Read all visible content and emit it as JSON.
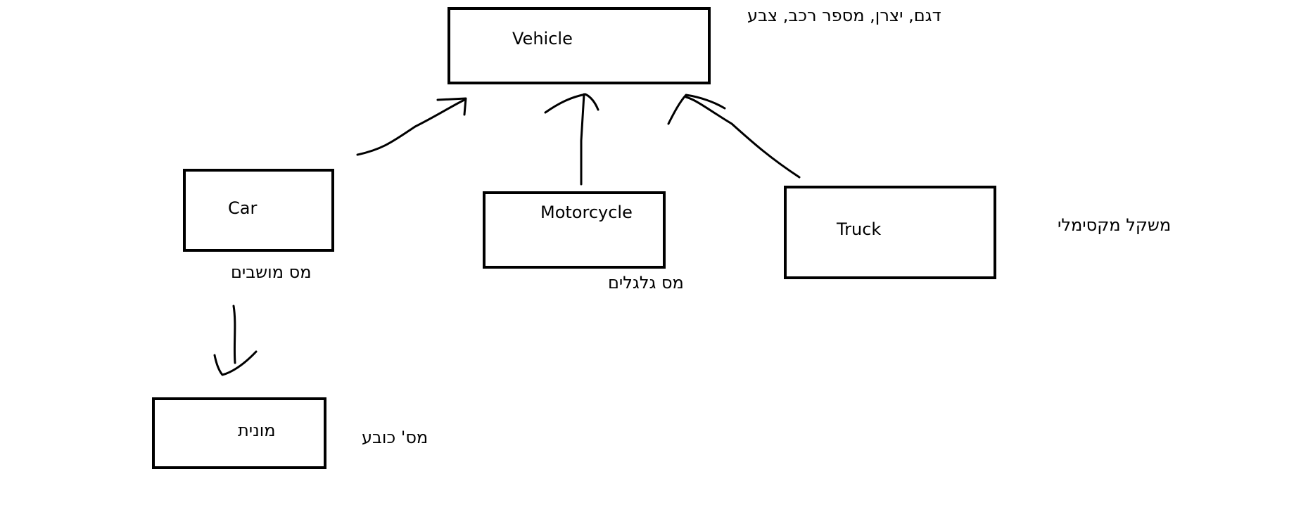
{
  "nodes": {
    "vehicle": {
      "label": "Vehicle",
      "attributes": "דגם, יצרן, מספר רכב, צבע"
    },
    "car": {
      "label": "Car",
      "attributes": "מס מושבים"
    },
    "motorcycle": {
      "label": "Motorcycle",
      "attributes": "מס גלגלים"
    },
    "truck": {
      "label": "Truck",
      "attributes": "משקל מקסימלי"
    },
    "taxi": {
      "label": "מונית",
      "attributes": "מס' כובע"
    }
  },
  "colors": {
    "stroke": "#000000",
    "background": "#ffffff"
  }
}
